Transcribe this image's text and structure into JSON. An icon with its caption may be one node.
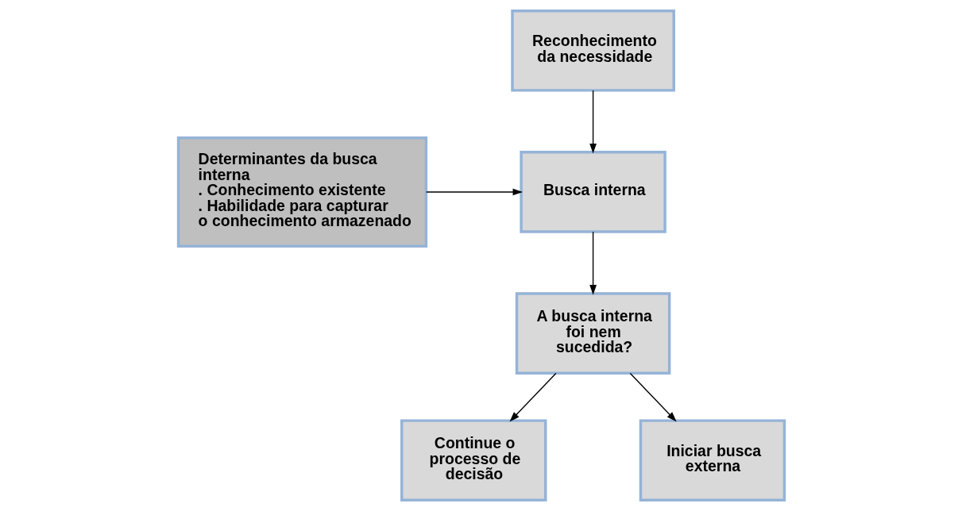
{
  "diagram": {
    "nodes": [
      {
        "text": [
          "Reconhecimento da necessidade"
        ]
      },
      {
        "text": [
          "Busca interna"
        ]
      },
      {
        "text": [
          "Determinantes da busca interna",
          ". Conhecimento existente",
          ". Habilidade para capturar o conhecimento armazenado"
        ]
      },
      {
        "text": [
          "A busca interna foi nem sucedida?"
        ]
      },
      {
        "text": [
          "Continue o processo de decisão"
        ]
      },
      {
        "text": [
          "Iniciar busca externa"
        ]
      }
    ],
    "edges": [
      {
        "from": 0,
        "to": 1,
        "arrow": "to"
      },
      {
        "from": 2,
        "to": 1,
        "arrow": "to"
      },
      {
        "from": 1,
        "to": 3,
        "arrow": "to"
      },
      {
        "from": 3,
        "to": 4,
        "arrow": "to"
      },
      {
        "from": 3,
        "to": 5,
        "arrow": "to"
      }
    ]
  }
}
